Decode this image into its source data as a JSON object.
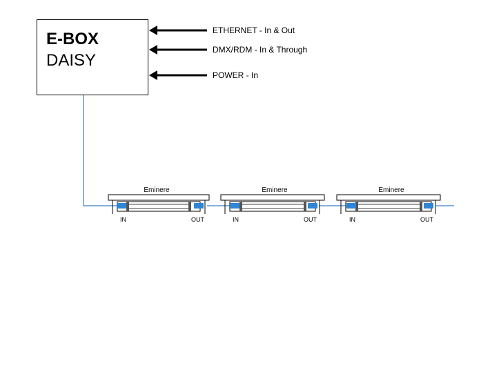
{
  "controller": {
    "title": "E-BOX",
    "subtitle": "DAISY"
  },
  "ports": [
    {
      "label": "ETHERNET - In & Out"
    },
    {
      "label": "DMX/RDM - In & Through"
    },
    {
      "label": "POWER - In"
    }
  ],
  "fixtures": [
    {
      "name": "Eminere",
      "in_label": "IN",
      "out_label": "OUT"
    },
    {
      "name": "Eminere",
      "in_label": "IN",
      "out_label": "OUT"
    },
    {
      "name": "Eminere",
      "in_label": "IN",
      "out_label": "OUT"
    }
  ],
  "colors": {
    "cable": "#3a7fc1",
    "connector": "#2f86d6",
    "line": "#000000"
  }
}
